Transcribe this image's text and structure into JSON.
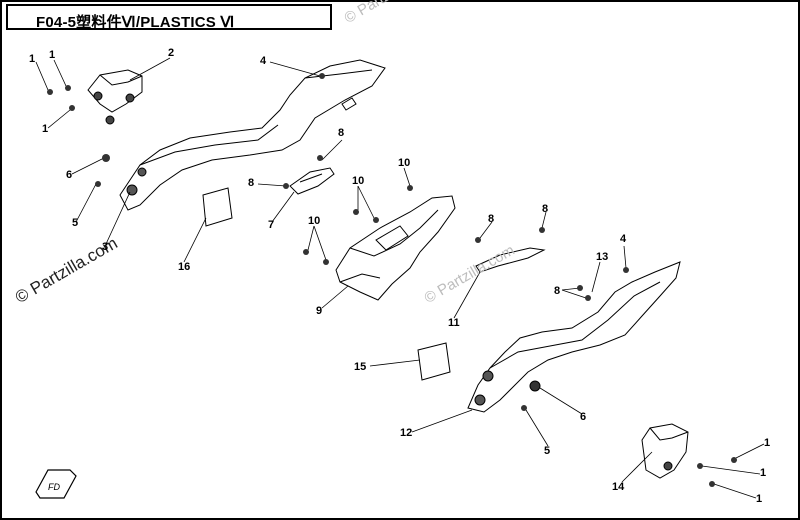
{
  "title": "F04-5塑料件Ⅵ/PLASTICS Ⅵ",
  "watermark": "© Partzilla.com",
  "callouts": [
    "1",
    "1",
    "2",
    "1",
    "4",
    "6",
    "5",
    "3",
    "16",
    "8",
    "8",
    "7",
    "10",
    "10",
    "10",
    "9",
    "11",
    "8",
    "8",
    "4",
    "13",
    "8",
    "15",
    "6",
    "5",
    "12",
    "1",
    "1",
    "1",
    "14"
  ],
  "colors": {
    "line": "#000000",
    "watermark_dark": "#222222",
    "watermark_light": "#bdbdbd"
  }
}
